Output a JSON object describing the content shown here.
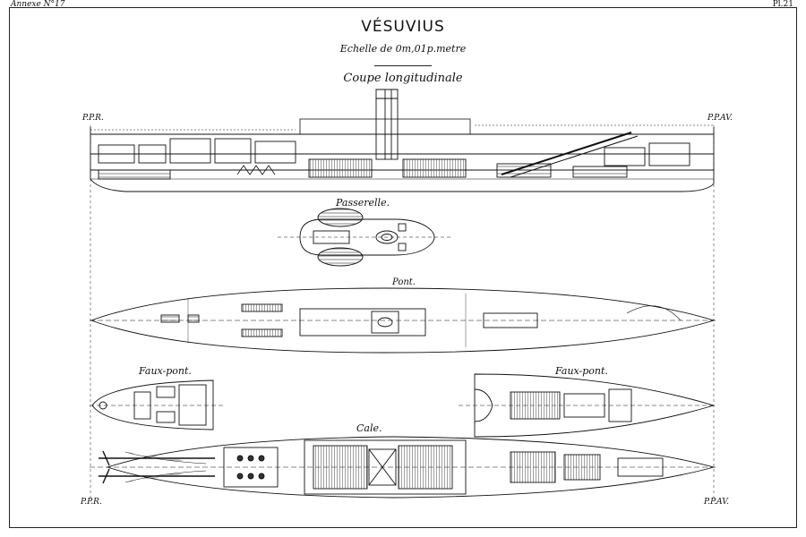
{
  "header": {
    "annex": "Annexe N°17",
    "plate": "Pl.21"
  },
  "title": "VÉSUVIUS",
  "scale": "Echelle de 0m,01p.metre",
  "section_title": "Coupe longitudinale",
  "views": {
    "passerelle": "Passerelle.",
    "pont": "Pont.",
    "faux_pont_left": "Faux-pont.",
    "faux_pont_right": "Faux-pont.",
    "cale": "Cale."
  },
  "markers": {
    "ppr_top": "P.P.R.",
    "ppav_top": "P.P.AV.",
    "ppr_bottom": "P.P.R.",
    "ppav_bottom": "P.P.AV."
  }
}
